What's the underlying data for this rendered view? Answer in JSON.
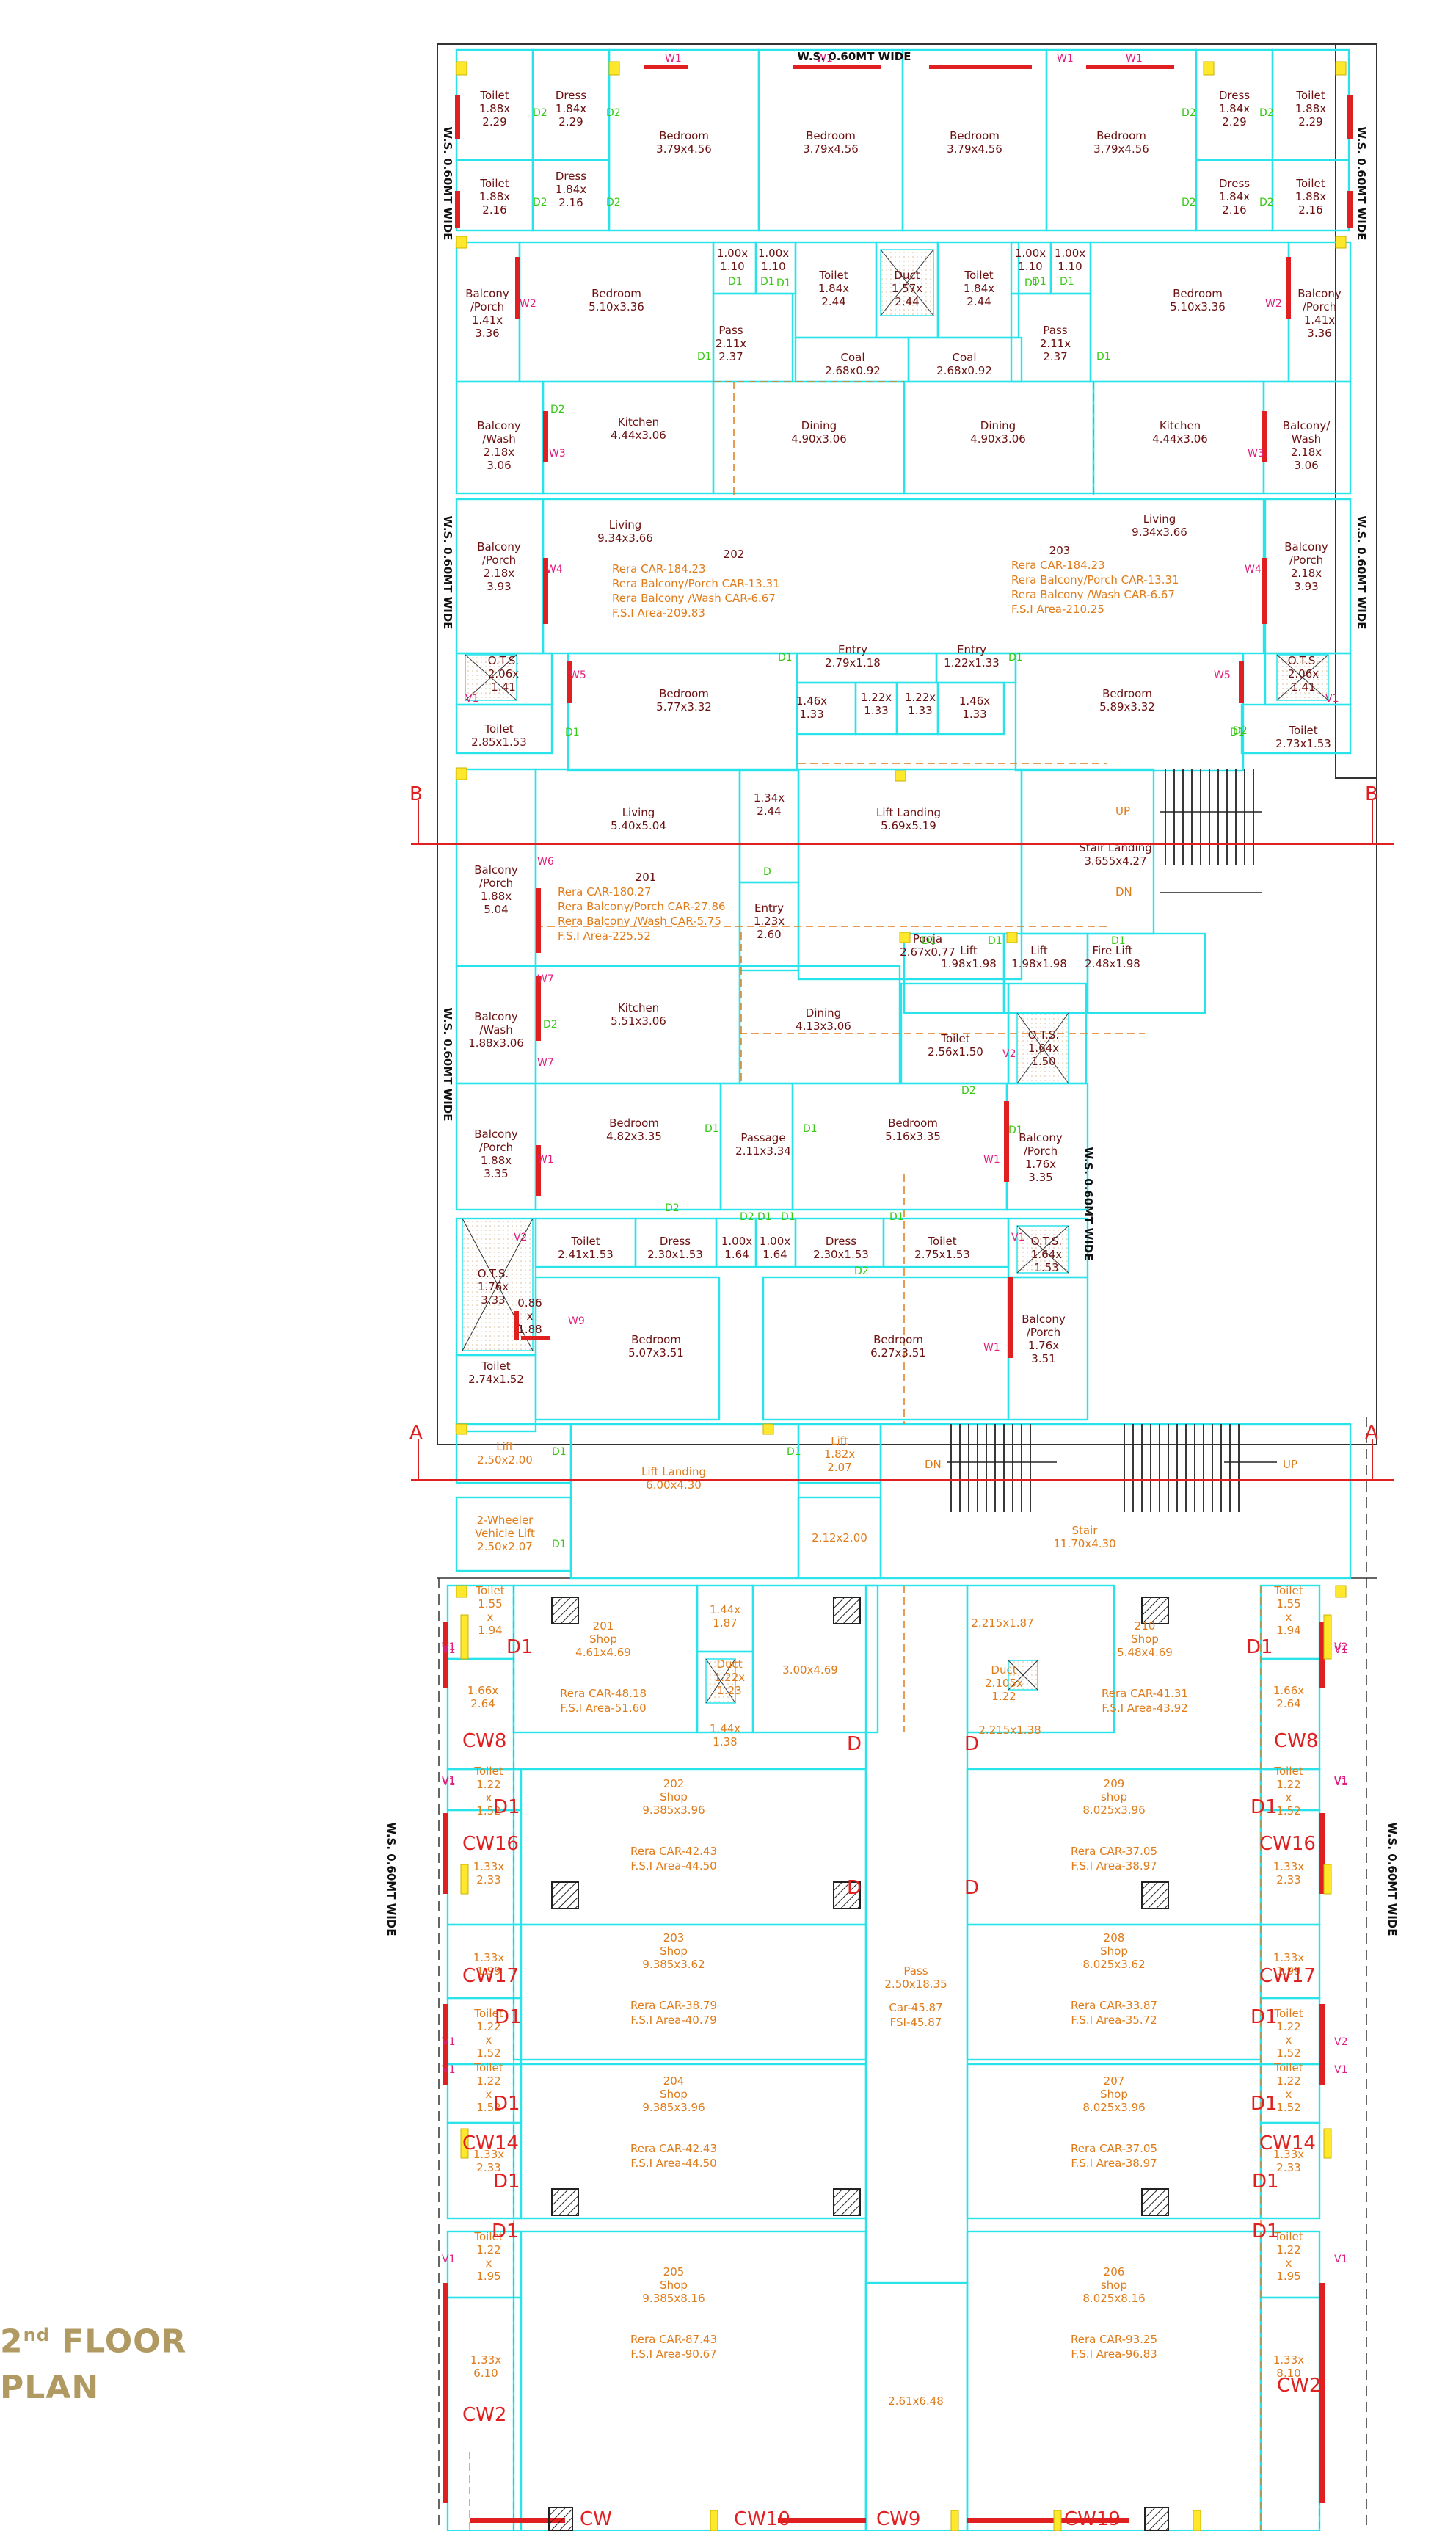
{
  "title": {
    "ordinal_num": "2",
    "ordinal_suffix": "nd",
    "line1_rest": "FLOOR",
    "line2": "PLAN"
  },
  "road_label": "W.S. 0.60MT WIDE",
  "section_markers": [
    "A",
    "B"
  ],
  "stair_dirs": {
    "up": "UP",
    "down": "DN"
  },
  "colors": {
    "wall": "#28e4ea",
    "hatch": "#e07b1a",
    "rera": "#e07b1a",
    "room_text": "#6b1010",
    "door": "#37c814",
    "window": "#e01f7d",
    "red": "#e02020",
    "yellow": "#ffe72c",
    "title": "#b09a62"
  },
  "rooms": [
    {
      "n": "Toilet",
      "d": "1.88x\n2.29"
    },
    {
      "n": "Dress",
      "d": "1.84x\n2.29"
    },
    {
      "n": "Bedroom",
      "d": "3.79x4.56"
    },
    {
      "n": "Bedroom",
      "d": "3.79x4.56"
    },
    {
      "n": "Bedroom",
      "d": "3.79x4.56"
    },
    {
      "n": "Bedroom",
      "d": "3.79x4.56"
    },
    {
      "n": "Dress",
      "d": "1.84x\n2.29"
    },
    {
      "n": "Toilet",
      "d": "1.88x\n2.29"
    },
    {
      "n": "Toilet",
      "d": "1.88x\n2.16"
    },
    {
      "n": "Dress",
      "d": "1.84x\n2.16"
    },
    {
      "n": "Dress",
      "d": "1.84x\n2.16"
    },
    {
      "n": "Toilet",
      "d": "1.88x\n2.16"
    },
    {
      "n": "Balcony\n/Porch",
      "d": "1.41x\n3.36"
    },
    {
      "n": "Bedroom",
      "d": "5.10x3.36"
    },
    {
      "n": "",
      "d": "1.00x\n1.10"
    },
    {
      "n": "",
      "d": "1.00x\n1.10"
    },
    {
      "n": "Pass",
      "d": "2.11x\n2.37"
    },
    {
      "n": "Toilet",
      "d": "1.84x\n2.44"
    },
    {
      "n": "Duct",
      "d": "1.57x\n2.44"
    },
    {
      "n": "Toilet",
      "d": "1.84x\n2.44"
    },
    {
      "n": "",
      "d": "1.00x\n1.10"
    },
    {
      "n": "",
      "d": "1.00x\n1.10"
    },
    {
      "n": "Pass",
      "d": "2.11x\n2.37"
    },
    {
      "n": "Bedroom",
      "d": "5.10x3.36"
    },
    {
      "n": "Balcony\n/Porch",
      "d": "1.41x\n3.36"
    },
    {
      "n": "Coal",
      "d": "2.68x0.92"
    },
    {
      "n": "Coal",
      "d": "2.68x0.92"
    },
    {
      "n": "Balcony\n/Wash",
      "d": "2.18x\n3.06"
    },
    {
      "n": "Kitchen",
      "d": "4.44x3.06"
    },
    {
      "n": "Dining",
      "d": "4.90x3.06"
    },
    {
      "n": "Dining",
      "d": "4.90x3.06"
    },
    {
      "n": "Kitchen",
      "d": "4.44x3.06"
    },
    {
      "n": "Balcony/\nWash",
      "d": "2.18x\n3.06"
    },
    {
      "n": "Balcony\n/Porch",
      "d": "2.18x\n3.93"
    },
    {
      "n": "Living",
      "d": "9.34x3.66"
    },
    {
      "n": "Living",
      "d": "9.34x3.66"
    },
    {
      "n": "Balcony\n/Porch",
      "d": "2.18x\n3.93"
    },
    {
      "n": "O.T.S.",
      "d": "2.06x\n1.41"
    },
    {
      "n": "Toilet",
      "d": "2.85x1.53"
    },
    {
      "n": "Bedroom",
      "d": "5.77x3.32"
    },
    {
      "n": "Entry",
      "d": "2.79x1.18"
    },
    {
      "n": "Entry",
      "d": "1.22x1.33"
    },
    {
      "n": "",
      "d": "1.46x\n1.33"
    },
    {
      "n": "",
      "d": "1.22x\n1.33"
    },
    {
      "n": "",
      "d": "1.22x\n1.33"
    },
    {
      "n": "",
      "d": "1.46x\n1.33"
    },
    {
      "n": "Bedroom",
      "d": "5.89x3.32"
    },
    {
      "n": "O.T.S.",
      "d": "2.06x\n1.41"
    },
    {
      "n": "Toilet",
      "d": "2.73x1.53"
    },
    {
      "n": "Living",
      "d": "5.40x5.04"
    },
    {
      "n": "",
      "d": "1.34x\n2.44"
    },
    {
      "n": "Lift Landing",
      "d": "5.69x5.19"
    },
    {
      "n": "Stair Landing",
      "d": "3.655x4.27"
    },
    {
      "n": "Balcony\n/Porch",
      "d": "1.88x\n5.04"
    },
    {
      "n": "Entry",
      "d": "1.23x\n2.60"
    },
    {
      "n": "Pooja",
      "d": "2.67x0.77"
    },
    {
      "n": "Lift",
      "d": "1.98x1.98"
    },
    {
      "n": "Lift",
      "d": "1.98x1.98"
    },
    {
      "n": "Fire Lift",
      "d": "2.48x1.98"
    },
    {
      "n": "Balcony\n/Wash",
      "d": "1.88x3.06"
    },
    {
      "n": "Kitchen",
      "d": "5.51x3.06"
    },
    {
      "n": "Dining",
      "d": "4.13x3.06"
    },
    {
      "n": "Toilet",
      "d": "2.56x1.50"
    },
    {
      "n": "O.T.S.",
      "d": "1.64x\n1.50"
    },
    {
      "n": "Balcony\n/Porch",
      "d": "1.88x\n3.35"
    },
    {
      "n": "Bedroom",
      "d": "4.82x3.35"
    },
    {
      "n": "Passage",
      "d": "2.11x3.34"
    },
    {
      "n": "Bedroom",
      "d": "5.16x3.35"
    },
    {
      "n": "Balcony\n/Porch",
      "d": "1.76x\n3.35"
    },
    {
      "n": "O.T.S.",
      "d": "1.76x\n3.33"
    },
    {
      "n": "Toilet",
      "d": "2.41x1.53"
    },
    {
      "n": "Dress",
      "d": "2.30x1.53"
    },
    {
      "n": "",
      "d": "1.00x\n1.64"
    },
    {
      "n": "",
      "d": "1.00x\n1.64"
    },
    {
      "n": "Dress",
      "d": "2.30x1.53"
    },
    {
      "n": "Toilet",
      "d": "2.75x1.53"
    },
    {
      "n": "O.T.S.",
      "d": "1.64x\n1.53"
    },
    {
      "n": "",
      "d": "0.86\nx\n1.88"
    },
    {
      "n": "Bedroom",
      "d": "5.07x3.51"
    },
    {
      "n": "Bedroom",
      "d": "6.27x3.51"
    },
    {
      "n": "Balcony\n/Porch",
      "d": "1.76x\n3.51"
    },
    {
      "n": "Toilet",
      "d": "2.74x1.52"
    }
  ],
  "flats": [
    {
      "no": "202",
      "lines": [
        "Rera  CAR-184.23",
        "Rera  Balcony/Porch  CAR-13.31",
        "Rera  Balcony  /Wash  CAR-6.67",
        "F.S.I  Area-209.83"
      ]
    },
    {
      "no": "203",
      "lines": [
        "Rera  CAR-184.23",
        "Rera  Balcony/Porch  CAR-13.31",
        "Rera  Balcony  /Wash  CAR-6.67",
        "F.S.I  Area-210.25"
      ]
    },
    {
      "no": "201",
      "lines": [
        "Rera  CAR-180.27",
        "Rera  Balcony/Porch  CAR-27.86",
        "Rera  Balcony  /Wash  CAR-5.75",
        "F.S.I  Area-225.52"
      ]
    }
  ],
  "ground": [
    {
      "n": "Lift",
      "d": "2.50x2.00"
    },
    {
      "n": "2-Wheeler\nVehicle Lift",
      "d": "2.50x2.07"
    },
    {
      "n": "Lift Landing",
      "d": "6.00x4.30"
    },
    {
      "n": "Lift",
      "d": "1.82x\n2.07"
    },
    {
      "n": "",
      "d": "2.12x2.00"
    },
    {
      "n": "Stair",
      "d": "11.70x4.30"
    },
    {
      "n": "Toilet",
      "d": "1.55\nx\n1.94"
    },
    {
      "n": "Toilet",
      "d": "1.55\nx\n1.94"
    },
    {
      "n": "",
      "d": "1.66x\n2.64"
    },
    {
      "n": "",
      "d": "1.66x\n2.64"
    },
    {
      "n": "",
      "d": "1.44x\n1.87"
    },
    {
      "n": "Duct",
      "d": "1.22x\n1.23"
    },
    {
      "n": "",
      "d": "1.44x\n1.38"
    },
    {
      "n": "",
      "d": "3.00x4.69"
    },
    {
      "n": "",
      "d": "2.215x1.87"
    },
    {
      "n": "Duct",
      "d": "2.105x\n1.22"
    },
    {
      "n": "",
      "d": "2.215x1.38"
    },
    {
      "n": "Toilet",
      "d": "1.22\nx\n1.52"
    },
    {
      "n": "Toilet",
      "d": "1.22\nx\n1.52"
    },
    {
      "n": "",
      "d": "1.33x\n2.33"
    },
    {
      "n": "",
      "d": "1.33x\n2.33"
    },
    {
      "n": "",
      "d": "1.33x\n1.99"
    },
    {
      "n": "",
      "d": "1.33x\n1.99"
    },
    {
      "n": "Toilet",
      "d": "1.22\nx\n1.52"
    },
    {
      "n": "Toilet",
      "d": "1.22\nx\n1.52"
    },
    {
      "n": "Toilet",
      "d": "1.22\nx\n1.52"
    },
    {
      "n": "Toilet",
      "d": "1.22\nx\n1.52"
    },
    {
      "n": "",
      "d": "1.33x\n2.33"
    },
    {
      "n": "",
      "d": "1.33x\n2.33"
    },
    {
      "n": "Toilet",
      "d": "1.22\nx\n1.95"
    },
    {
      "n": "Toilet",
      "d": "1.22\nx\n1.95"
    },
    {
      "n": "",
      "d": "1.33x\n6.10"
    },
    {
      "n": "",
      "d": "1.33x\n8.10"
    },
    {
      "n": "Pass",
      "d": "2.50x18.35"
    },
    {
      "n": "",
      "d": "2.61x6.48"
    }
  ],
  "pass_area": [
    "Car-45.87",
    "FSI-45.87"
  ],
  "shops": [
    {
      "no": "201",
      "type": "Shop",
      "d": "4.61x4.69",
      "car": "Rera  CAR-48.18",
      "fsi": "F.S.I  Area-51.60"
    },
    {
      "no": "210",
      "type": "Shop",
      "d": "5.48x4.69",
      "car": "Rera  CAR-41.31",
      "fsi": "F.S.I  Area-43.92"
    },
    {
      "no": "202",
      "type": "Shop",
      "d": "9.385x3.96",
      "car": "Rera  CAR-42.43",
      "fsi": "F.S.I  Area-44.50"
    },
    {
      "no": "209",
      "type": "shop",
      "d": "8.025x3.96",
      "car": "Rera  CAR-37.05",
      "fsi": "F.S.I  Area-38.97"
    },
    {
      "no": "203",
      "type": "Shop",
      "d": "9.385x3.62",
      "car": "Rera  CAR-38.79",
      "fsi": "F.S.I  Area-40.79"
    },
    {
      "no": "208",
      "type": "Shop",
      "d": "8.025x3.62",
      "car": "Rera  CAR-33.87",
      "fsi": "F.S.I  Area-35.72"
    },
    {
      "no": "204",
      "type": "Shop",
      "d": "9.385x3.96",
      "car": "Rera  CAR-42.43",
      "fsi": "F.S.I  Area-44.50"
    },
    {
      "no": "207",
      "type": "Shop",
      "d": "8.025x3.96",
      "car": "Rera  CAR-37.05",
      "fsi": "F.S.I  Area-38.97"
    },
    {
      "no": "205",
      "type": "Shop",
      "d": "9.385x8.16",
      "car": "Rera  CAR-87.43",
      "fsi": "F.S.I  Area-90.67"
    },
    {
      "no": "206",
      "type": "shop",
      "d": "8.025x8.16",
      "car": "Rera  CAR-93.25",
      "fsi": "F.S.I  Area-96.83"
    }
  ],
  "cw_labels": [
    "CW8",
    "CW8",
    "CW16",
    "CW16",
    "CW17",
    "CW17",
    "CW14",
    "CW14",
    "CW2",
    "CW2",
    "CW",
    "CW10",
    "CW9",
    "CW19"
  ],
  "window_labels": [
    "W1",
    "W1",
    "W1",
    "W1",
    "W2",
    "W2",
    "W3",
    "W3",
    "W4",
    "W4",
    "W5",
    "W5",
    "W6",
    "W7",
    "W7",
    "W1",
    "W1",
    "W9",
    "W1",
    "V1",
    "V1",
    "V2",
    "V1",
    "V2",
    "V1",
    "V2",
    "V1",
    "V1",
    "V1",
    "V2",
    "V1",
    "V1",
    "V1",
    "V1",
    "V1",
    "V1",
    "V1",
    "V1"
  ],
  "door_labels": [
    "D2",
    "D2",
    "D2",
    "D2",
    "D2",
    "D2",
    "D2",
    "D2",
    "D1",
    "D1",
    "D1",
    "D1",
    "D1",
    "D1",
    "D1",
    "D1",
    "D1",
    "D1",
    "D1",
    "D1",
    "D2",
    "D",
    "D1",
    "D1",
    "D1",
    "D2",
    "D2",
    "D2",
    "D2",
    "D2",
    "D1",
    "D1",
    "D1",
    "D1",
    "D1",
    "D1",
    "D2",
    "D1",
    "D1",
    "D1"
  ],
  "big_doors": [
    "D1",
    "D1",
    "D",
    "D",
    "D1",
    "D1",
    "D",
    "D",
    "D1",
    "D1",
    "D1",
    "D1",
    "D1",
    "D1",
    "D1",
    "D1"
  ]
}
